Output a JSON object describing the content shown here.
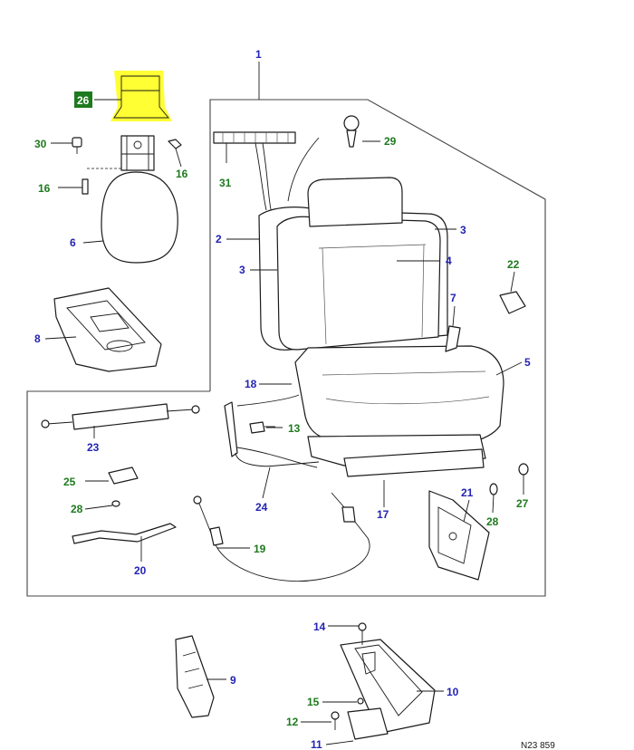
{
  "diagram": {
    "figure_code": "N23 859",
    "colors": {
      "blue_label": "#2323b4",
      "green_label": "#1e7a1e",
      "highlight": "#ffff33",
      "callout_box": "#1e7a1e"
    },
    "labels": {
      "p1": "1",
      "p2": "2",
      "p3a": "3",
      "p3b": "3",
      "p4": "4",
      "p5": "5",
      "p6": "6",
      "p7": "7",
      "p8": "8",
      "p9": "9",
      "p10": "10",
      "p11": "11",
      "p12": "12",
      "p13": "13",
      "p14": "14",
      "p15": "15",
      "p16a": "16",
      "p16b": "16",
      "p17": "17",
      "p18": "18",
      "p19": "19",
      "p20": "20",
      "p21": "21",
      "p22": "22",
      "p23": "23",
      "p24": "24",
      "p25": "25",
      "p26": "26",
      "p27": "27",
      "p28a": "28",
      "p28b": "28",
      "p29": "29",
      "p30": "30",
      "p31": "31"
    }
  }
}
